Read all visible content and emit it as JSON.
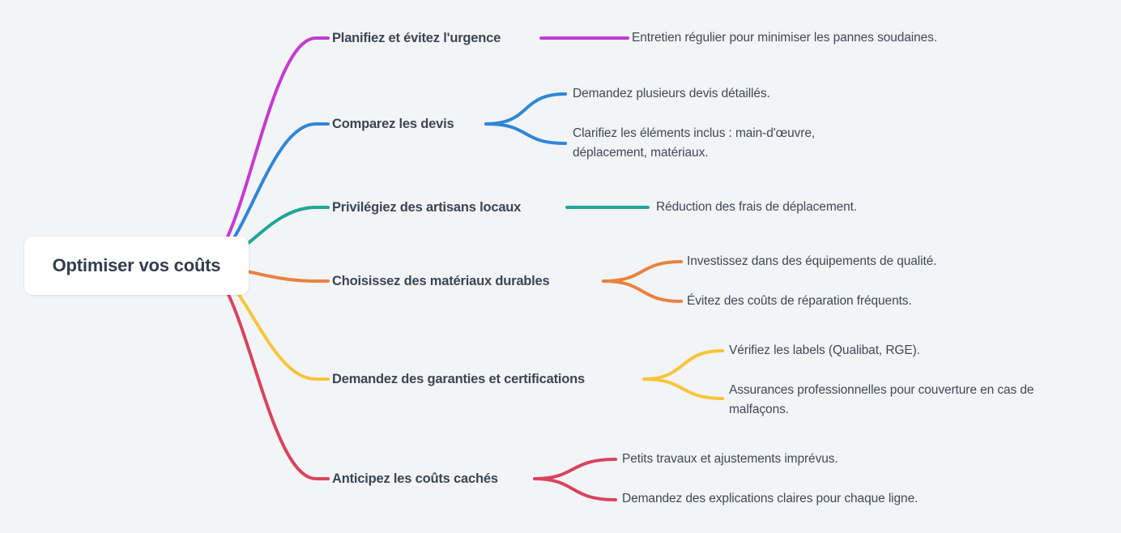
{
  "root": {
    "label": "Optimiser vos coûts"
  },
  "branches": [
    {
      "label": "Planifiez et évitez l'urgence",
      "color": "#c53ad2",
      "children": [
        {
          "text": "Entretien régulier pour minimiser les pannes soudaines."
        }
      ]
    },
    {
      "label": "Comparez les devis",
      "color": "#2f86d8",
      "children": [
        {
          "text": "Demandez plusieurs devis détaillés."
        },
        {
          "text": "Clarifiez les éléments inclus : main-d'œuvre, déplacement, matériaux."
        }
      ]
    },
    {
      "label": "Privilégiez des artisans locaux",
      "color": "#1fa795",
      "children": [
        {
          "text": "Réduction des frais de déplacement."
        }
      ]
    },
    {
      "label": "Choisissez des matériaux durables",
      "color": "#e8823e",
      "children": [
        {
          "text": "Investissez dans des équipements de qualité."
        },
        {
          "text": "Évitez des coûts de réparation fréquents."
        }
      ]
    },
    {
      "label": "Demandez des garanties et certifications",
      "color": "#f7c53b",
      "children": [
        {
          "text": "Vérifiez les labels (Qualibat, RGE)."
        },
        {
          "text": "Assurances professionnelles pour couverture en cas de malfaçons."
        }
      ]
    },
    {
      "label": "Anticipez les coûts cachés",
      "color": "#d8445f",
      "children": [
        {
          "text": "Petits travaux et ajustements imprévus."
        },
        {
          "text": "Demandez des explications claires pour chaque ligne."
        }
      ]
    }
  ]
}
